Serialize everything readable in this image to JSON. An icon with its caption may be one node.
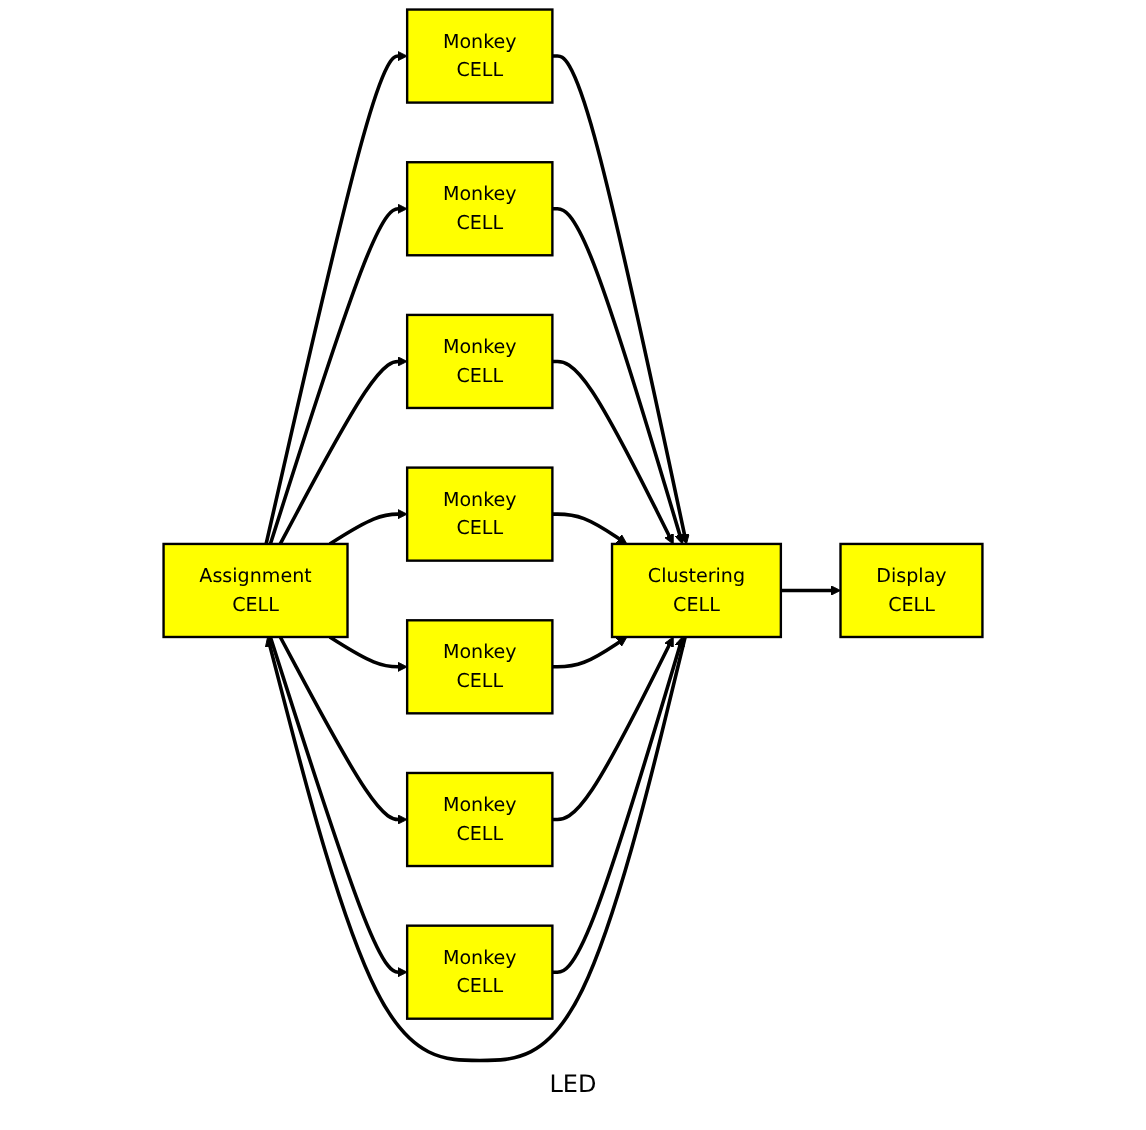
{
  "diagram": {
    "nodes": [
      {
        "text": [
          "Assignment",
          "CELL"
        ]
      },
      {
        "text": [
          "Monkey",
          "CELL"
        ]
      },
      {
        "text": [
          "Monkey",
          "CELL"
        ]
      },
      {
        "text": [
          "Monkey",
          "CELL"
        ]
      },
      {
        "text": [
          "Monkey",
          "CELL"
        ]
      },
      {
        "text": [
          "Monkey",
          "CELL"
        ]
      },
      {
        "text": [
          "Monkey",
          "CELL"
        ]
      },
      {
        "text": [
          "Monkey",
          "CELL"
        ]
      },
      {
        "text": [
          "Clustering",
          "CELL"
        ]
      },
      {
        "text": [
          "Display",
          "CELL"
        ]
      }
    ],
    "edges": [
      {
        "from": 0,
        "to": 1,
        "arrow": "to"
      },
      {
        "from": 0,
        "to": 2,
        "arrow": "to"
      },
      {
        "from": 0,
        "to": 3,
        "arrow": "to"
      },
      {
        "from": 0,
        "to": 4,
        "arrow": "to"
      },
      {
        "from": 0,
        "to": 5,
        "arrow": "to"
      },
      {
        "from": 0,
        "to": 6,
        "arrow": "to"
      },
      {
        "from": 0,
        "to": 7,
        "arrow": "to"
      },
      {
        "from": 1,
        "to": 8,
        "arrow": "to"
      },
      {
        "from": 2,
        "to": 8,
        "arrow": "to"
      },
      {
        "from": 3,
        "to": 8,
        "arrow": "to"
      },
      {
        "from": 4,
        "to": 8,
        "arrow": "to"
      },
      {
        "from": 5,
        "to": 8,
        "arrow": "to"
      },
      {
        "from": 6,
        "to": 8,
        "arrow": "to"
      },
      {
        "from": 7,
        "to": 8,
        "arrow": "to"
      },
      {
        "from": 8,
        "to": 9,
        "arrow": "to"
      },
      {
        "from": 8,
        "to": 0,
        "arrow": "to"
      }
    ],
    "labels": [
      "LED"
    ]
  }
}
